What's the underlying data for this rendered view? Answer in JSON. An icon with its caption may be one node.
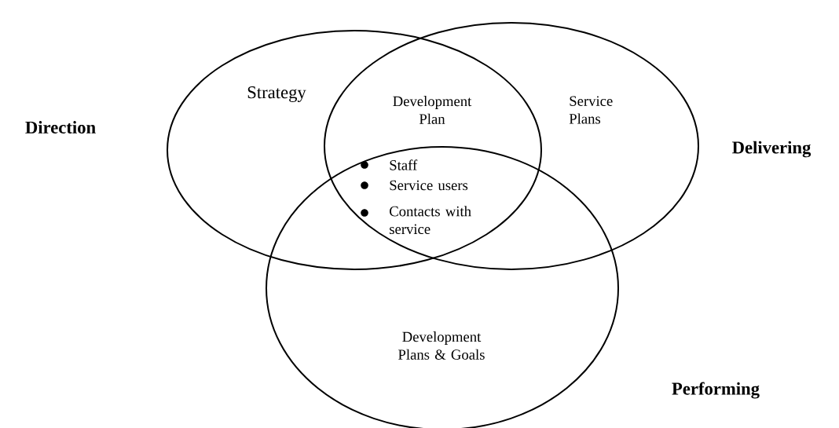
{
  "diagram": {
    "nodes": [
      {
        "text": [],
        "shape": "circle"
      },
      {
        "text": [],
        "shape": "circle"
      },
      {
        "text": [],
        "shape": "circle"
      }
    ],
    "labels": [
      "Direction",
      "Strategy",
      "Development Plan",
      "Service Plans",
      "Delivering",
      "Staff",
      "Service users",
      "Contacts with service",
      "Development Plans & Goals",
      "Performing"
    ]
  }
}
